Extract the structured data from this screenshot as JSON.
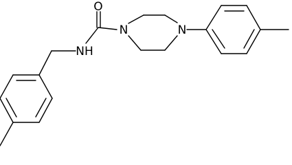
{
  "molecule": {
    "atoms": [
      {
        "id": "O1",
        "label": "O"
      },
      {
        "id": "N_amide",
        "label": "NH"
      },
      {
        "id": "N_pip1",
        "label": "N"
      },
      {
        "id": "N_pip4",
        "label": "N"
      }
    ]
  },
  "colors": {
    "bond": "#000000",
    "text": "#000000",
    "background": "#ffffff"
  }
}
